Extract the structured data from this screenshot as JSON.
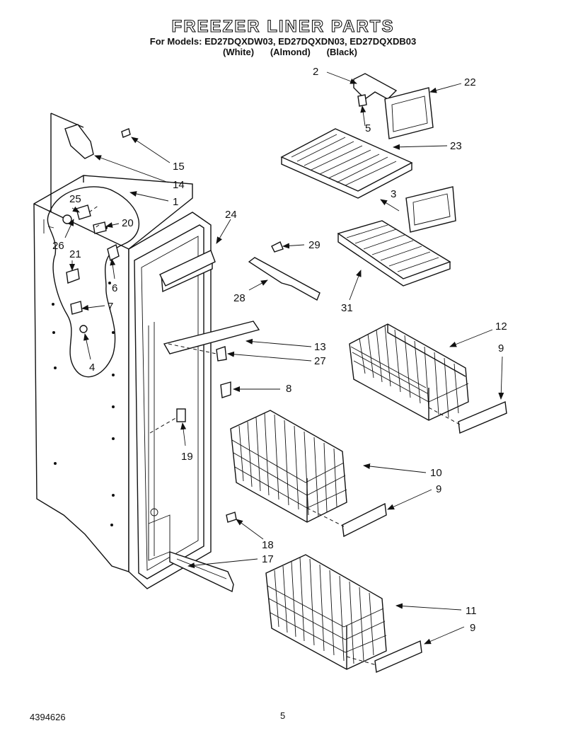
{
  "header": {
    "title": "FREEZER LINER PARTS",
    "models": "For Models: ED27DQXDW03, ED27DQXDN03, ED27DQXDB03",
    "colors": [
      "(White)",
      "(Almond)",
      "(Black)"
    ]
  },
  "callouts": [
    "2",
    "22",
    "5",
    "23",
    "15",
    "14",
    "1",
    "25",
    "20",
    "26",
    "21",
    "6",
    "7",
    "4",
    "3",
    "24",
    "29",
    "28",
    "31",
    "12",
    "9",
    "13",
    "27",
    "8",
    "19",
    "10",
    "9",
    "18",
    "17",
    "11",
    "9"
  ],
  "footer": {
    "doc_number": "4394626",
    "page_number": "5"
  }
}
